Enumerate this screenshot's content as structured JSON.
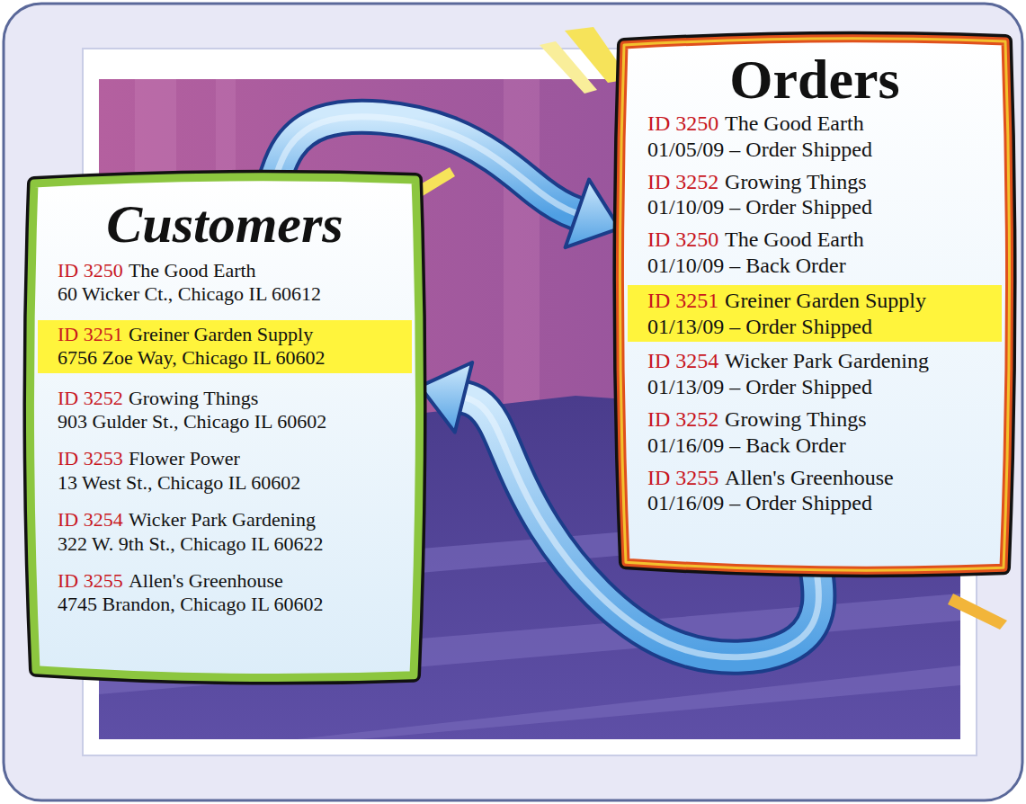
{
  "diagram": {
    "nodes": [
      {
        "text": [
          "Customers",
          "ID 3250",
          "The Good Earth",
          "60 Wicker Ct., Chicago IL 60612",
          "ID 3252",
          "Growing Things",
          "903 Gulder St., Chicago IL 60602",
          "ID 3253",
          "Flower Power",
          "13 West St., Chicago IL 60602",
          "ID 3254",
          "Wicker Park Gardening",
          "322 W. 9th St., Chicago IL 60622",
          "ID 3255",
          "Allen's Greenhouse",
          "4745 Brandon, Chicago IL 60602"
        ]
      },
      {
        "text": [
          "ID 3251",
          "Greiner Garden Supply",
          "6756 Zoe Way, Chicago IL 60602"
        ],
        "in": 0
      },
      {
        "text": [
          "Orders",
          "ID 3250",
          "The Good Earth",
          "01/05/09 – Order Shipped",
          "ID 3252",
          "Growing Things",
          "01/10/09 – Order Shipped",
          "ID 3250",
          "The Good Earth",
          "01/10/09 – Back Order",
          "ID 3254",
          "Wicker Park Gardening",
          "01/13/09 – Order Shipped",
          "ID 3252",
          "Growing Things",
          "01/16/09 – Back Order",
          "ID 3255",
          "Allen's Greenhouse",
          "01/16/09 – Order Shipped"
        ]
      },
      {
        "text": [
          "ID 3251",
          "Greiner Garden Supply",
          "01/13/09 – Order Shipped"
        ],
        "in": 2
      }
    ],
    "edges": [
      {
        "from": 0,
        "to": 2,
        "arrow": "to"
      },
      {
        "from": 2,
        "to": 0,
        "arrow": "to"
      }
    ]
  }
}
